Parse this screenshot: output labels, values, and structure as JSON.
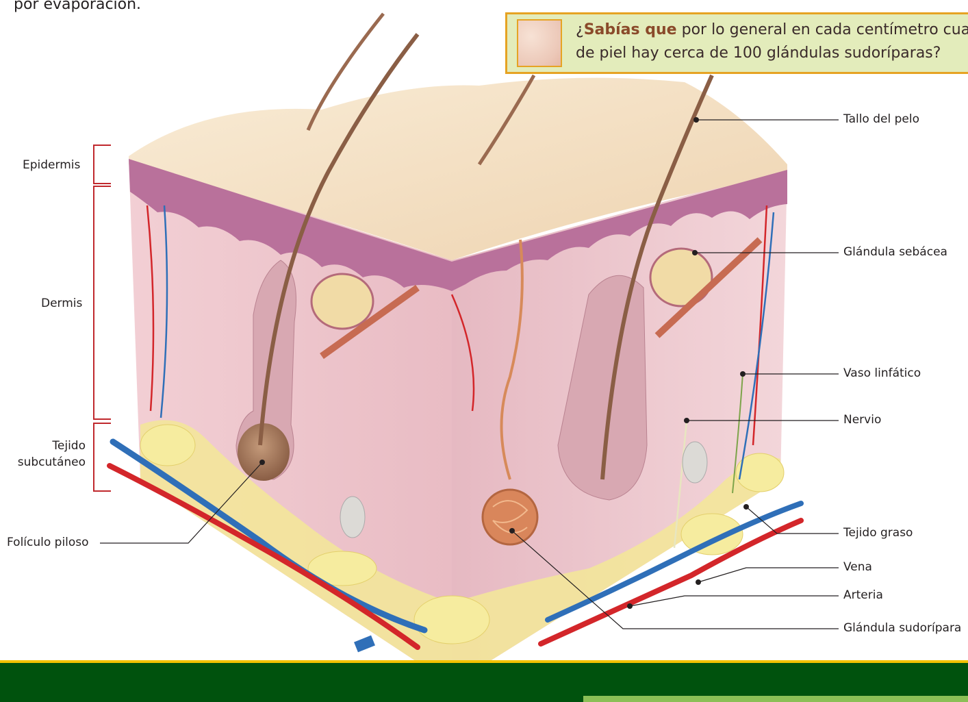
{
  "intro_fragment": "por evaporación.",
  "callout": {
    "question_open": "¿",
    "highlight": "Sabías que",
    "line1_rest": " por lo general en cada centímetro cuad",
    "line2": "de piel hay cerca de 100 glándulas sudoríparas?"
  },
  "left_labels": {
    "epidermis": "Epidermis",
    "dermis": "Dermis",
    "subcutaneous_line1": "Tejido",
    "subcutaneous_line2": "subcutáneo",
    "hair_follicle": "Folículo piloso"
  },
  "right_labels": {
    "hair_shaft": "Tallo del pelo",
    "sebaceous_gland": "Glándula sebácea",
    "lymph_vessel": "Vaso linfático",
    "nerve": "Nervio",
    "fat_tissue": "Tejido graso",
    "vein": "Vena",
    "artery": "Arteria",
    "sweat_gland": "Glándula sudorípara"
  },
  "colors": {
    "bracket": "#c0282d",
    "skin_top": "#f6e3c6",
    "epidermis": "#b9719b",
    "dermis": "#efc9cf",
    "fat": "#f3e59a",
    "artery": "#d3262a",
    "vein": "#2f6fb8",
    "band_green": "#00520d",
    "band_yellow": "#f2c200"
  }
}
